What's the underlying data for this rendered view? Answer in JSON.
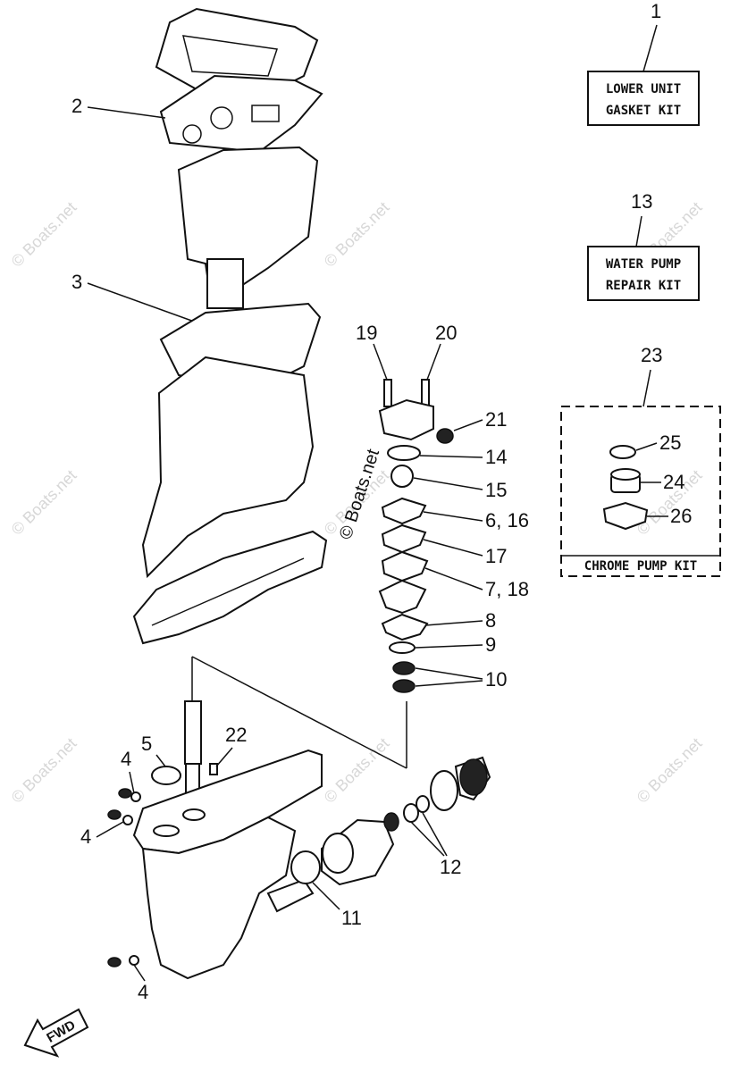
{
  "watermark": "© Boats.net",
  "kits": {
    "lower_unit": {
      "number": "1",
      "line1": "LOWER UNIT",
      "line2": "GASKET KIT"
    },
    "water_pump": {
      "number": "13",
      "line1": "WATER PUMP",
      "line2": "REPAIR KIT"
    },
    "chrome_pump": {
      "number": "23",
      "label": "CHROME PUMP KIT"
    }
  },
  "callouts": {
    "c2": "2",
    "c3": "3",
    "c4a": "4",
    "c4b": "4",
    "c4c": "4",
    "c5": "5",
    "c6_16": "6, 16",
    "c7_18": "7, 18",
    "c8": "8",
    "c9": "9",
    "c10": "10",
    "c11": "11",
    "c12": "12",
    "c14": "14",
    "c15": "15",
    "c17": "17",
    "c19": "19",
    "c20": "20",
    "c21": "21",
    "c22": "22",
    "c24": "24",
    "c25": "25",
    "c26": "26"
  },
  "fwd_label": "FWD"
}
